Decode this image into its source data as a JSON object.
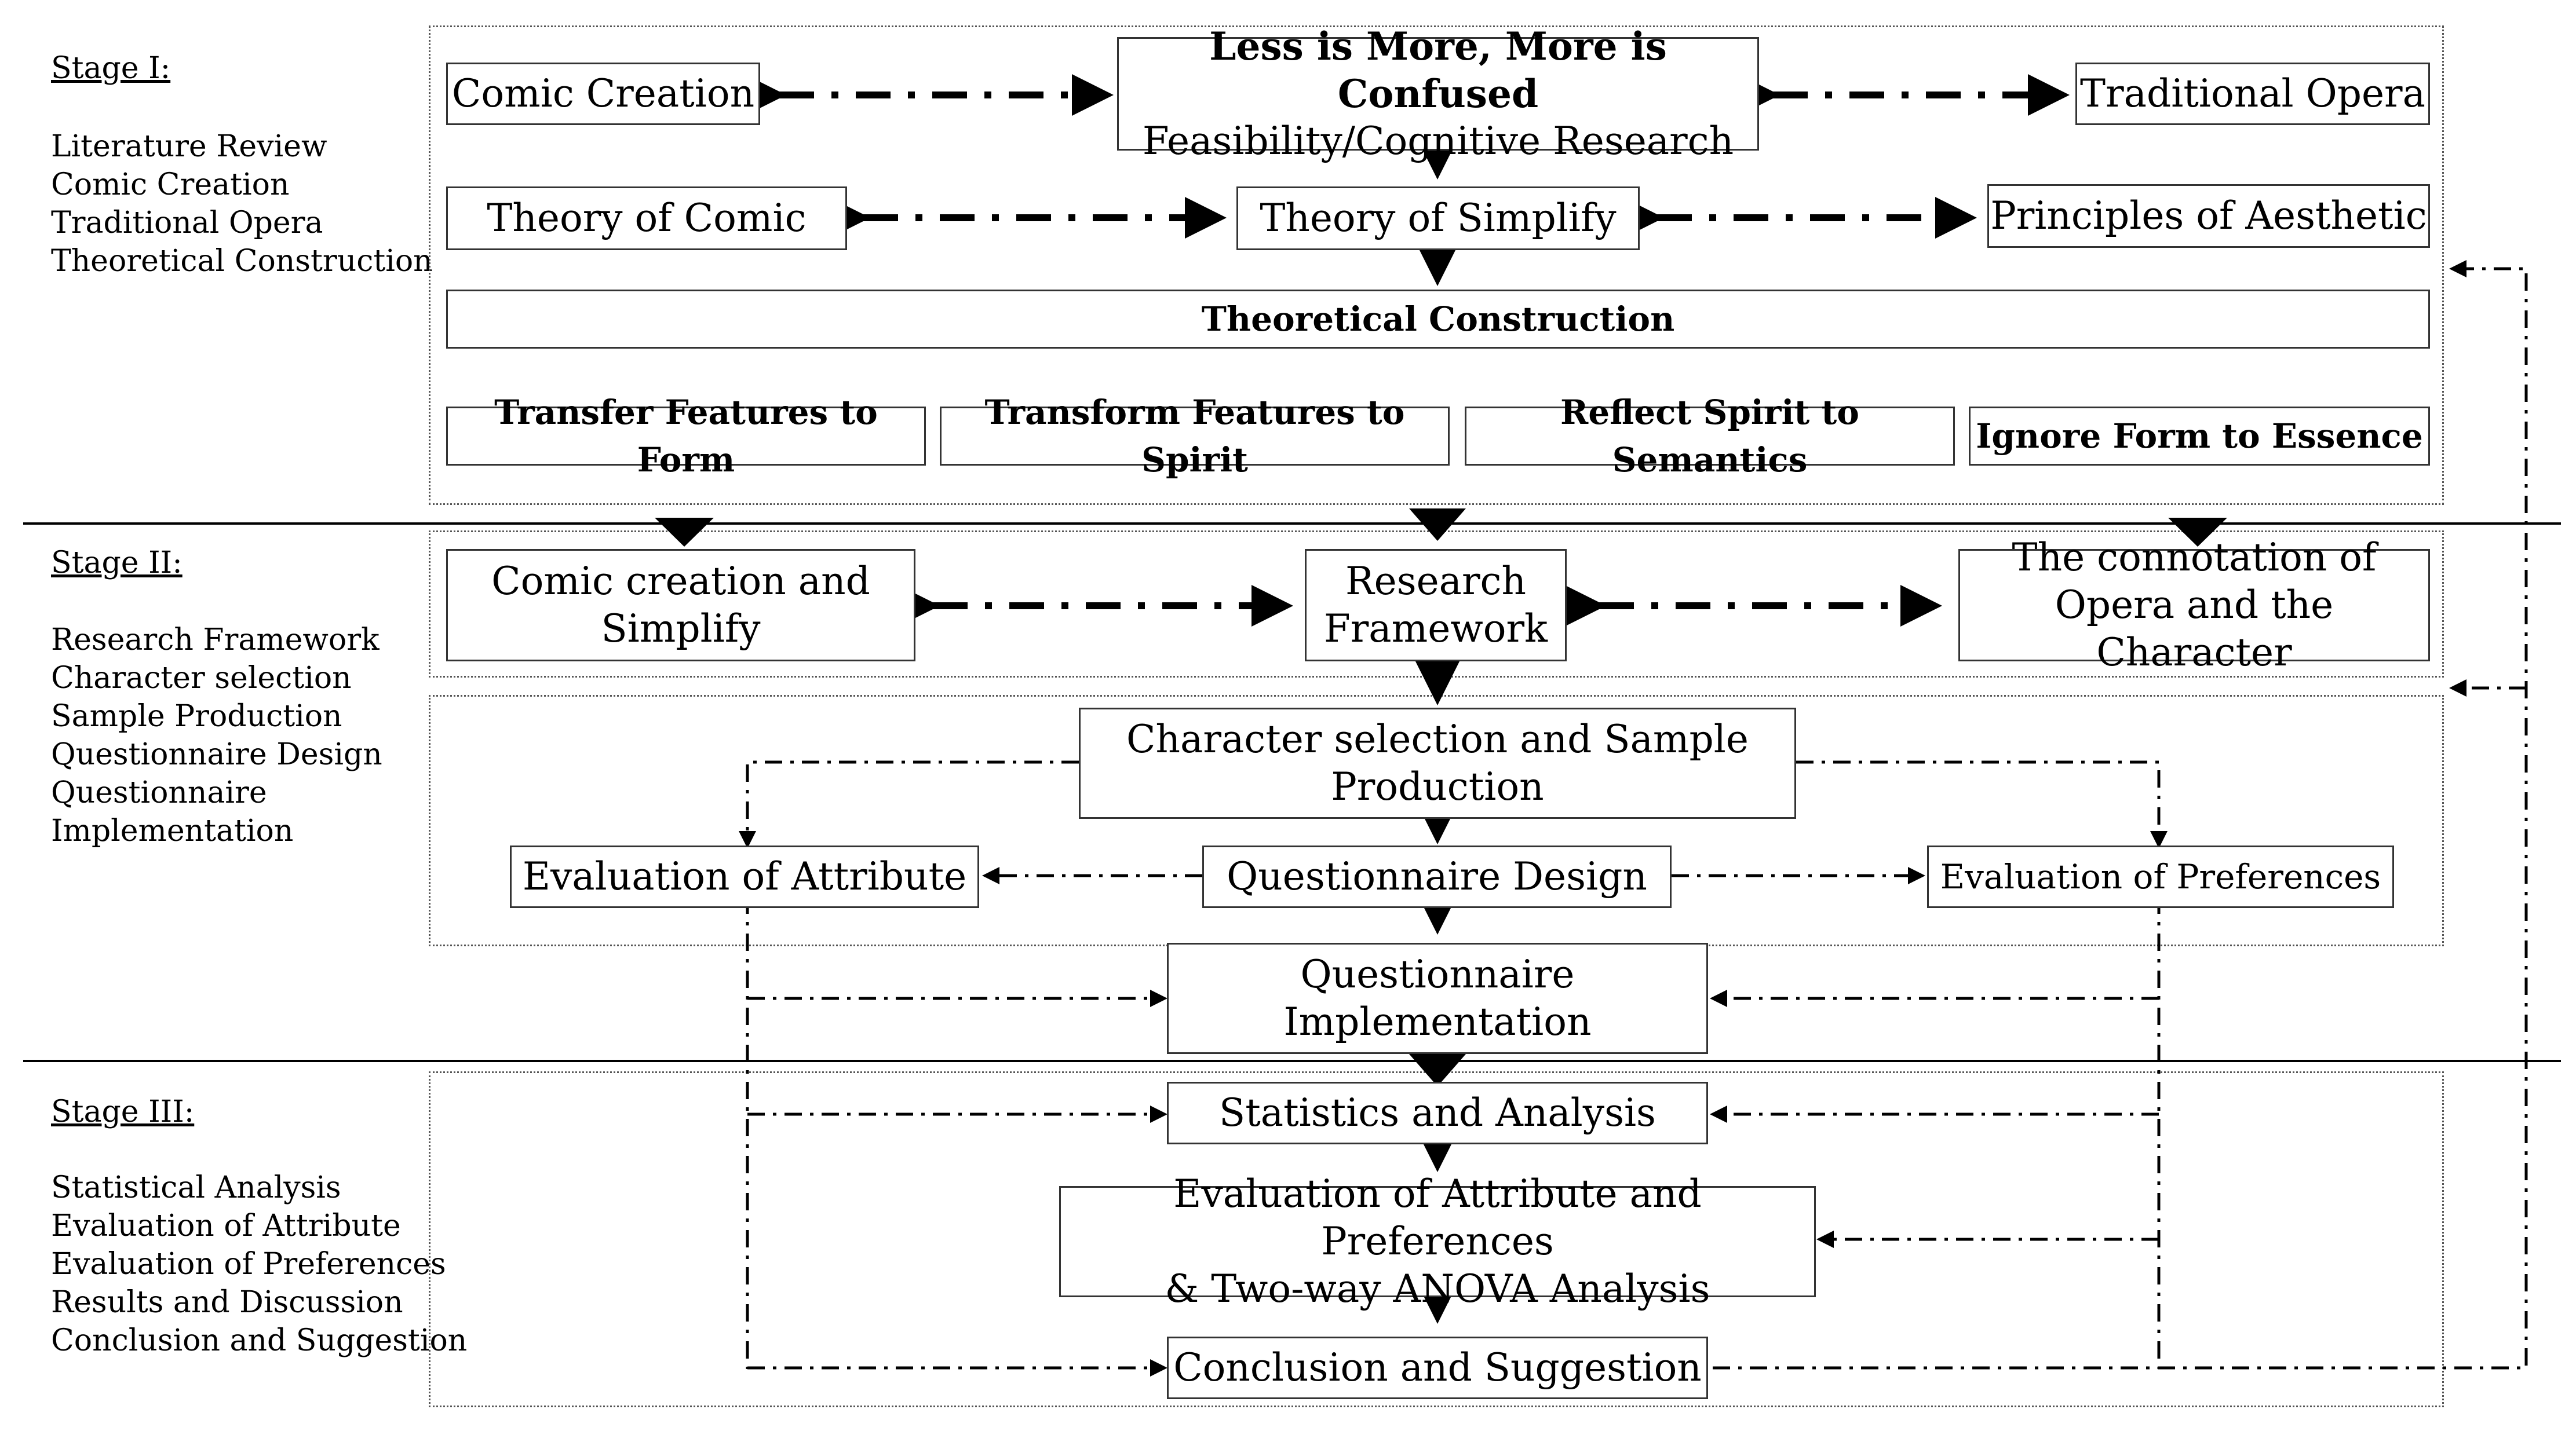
{
  "stages": [
    {
      "heading": "Stage I:",
      "items": [
        "Literature Review",
        "Comic Creation",
        "Traditional Opera",
        "Theoretical Construction"
      ]
    },
    {
      "heading": "Stage II:",
      "items": [
        "Research Framework",
        "Character selection",
        "Sample Production",
        "Questionnaire Design",
        "Questionnaire",
        "Implementation"
      ]
    },
    {
      "heading": "Stage III:",
      "items": [
        "Statistical Analysis",
        "Evaluation of Attribute",
        "Evaluation of Preferences",
        "Results and Discussion",
        "Conclusion and Suggestion"
      ]
    }
  ],
  "stage1": {
    "comic_creation": "Comic Creation",
    "less_is_more": "Less is More, More is Confused",
    "feasibility": "Feasibility/Cognitive Research",
    "traditional_opera": "Traditional Opera",
    "theory_of_comic": "Theory of Comic",
    "theory_of_simplify": "Theory of Simplify",
    "principles_of_aesthetic": "Principles of Aesthetic",
    "theoretical_construction": "Theoretical Construction",
    "features": [
      "Transfer Features to Form",
      "Transform Features to Spirit",
      "Reflect Spirit to Semantics",
      "Ignore Form to Essence"
    ]
  },
  "stage2": {
    "comic_simplify": [
      "Comic creation and",
      "Simplify"
    ],
    "research_framework": [
      "Research",
      "Framework"
    ],
    "connotation": [
      "The connotation of",
      "Opera and the Character"
    ],
    "character_selection": [
      "Character selection and Sample",
      "Production"
    ],
    "evaluation_attribute": "Evaluation of Attribute",
    "questionnaire_design": "Questionnaire Design",
    "evaluation_preferences": "Evaluation of Preferences",
    "questionnaire_implementation": [
      "Questionnaire",
      "Implementation"
    ]
  },
  "stage3": {
    "statistics": "Statistics and Analysis",
    "evaluation_anova": [
      "Evaluation of Attribute and Preferences",
      "& Two-way ANOVA Analysis"
    ],
    "conclusion": "Conclusion and Suggestion"
  },
  "colors": {
    "line": "#000000",
    "box_border": "#333333",
    "region_border": "#555555"
  }
}
